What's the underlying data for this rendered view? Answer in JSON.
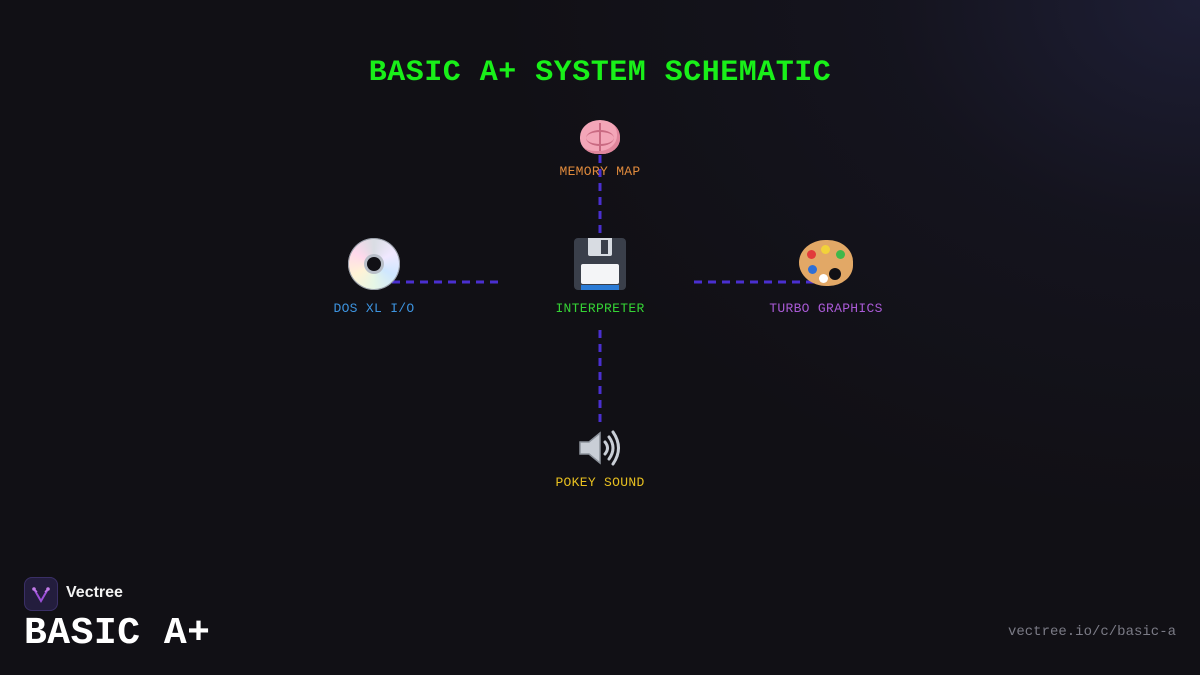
{
  "diagram": {
    "title": "BASIC A+ SYSTEM SCHEMATIC",
    "title_color": "#19f019",
    "connector_color": "#4a2fd0",
    "nodes": {
      "memory": {
        "label": "MEMORY MAP",
        "icon": "brain-icon",
        "color": "#e08a3c"
      },
      "dos": {
        "label": "DOS XL I/O",
        "icon": "disc-icon",
        "color": "#3d94e0"
      },
      "interpreter": {
        "label": "INTERPRETER",
        "icon": "floppy-disk-icon",
        "color": "#35d335"
      },
      "graphics": {
        "label": "TURBO GRAPHICS",
        "icon": "palette-icon",
        "color": "#a95ad6"
      },
      "sound": {
        "label": "POKEY SOUND",
        "icon": "speaker-icon",
        "color": "#e8c020"
      }
    }
  },
  "footer": {
    "brand_name": "Vectree",
    "brand_icon": "vectree-logo-icon",
    "project_title": "BASIC A+",
    "url": "vectree.io/c/basic-a"
  }
}
